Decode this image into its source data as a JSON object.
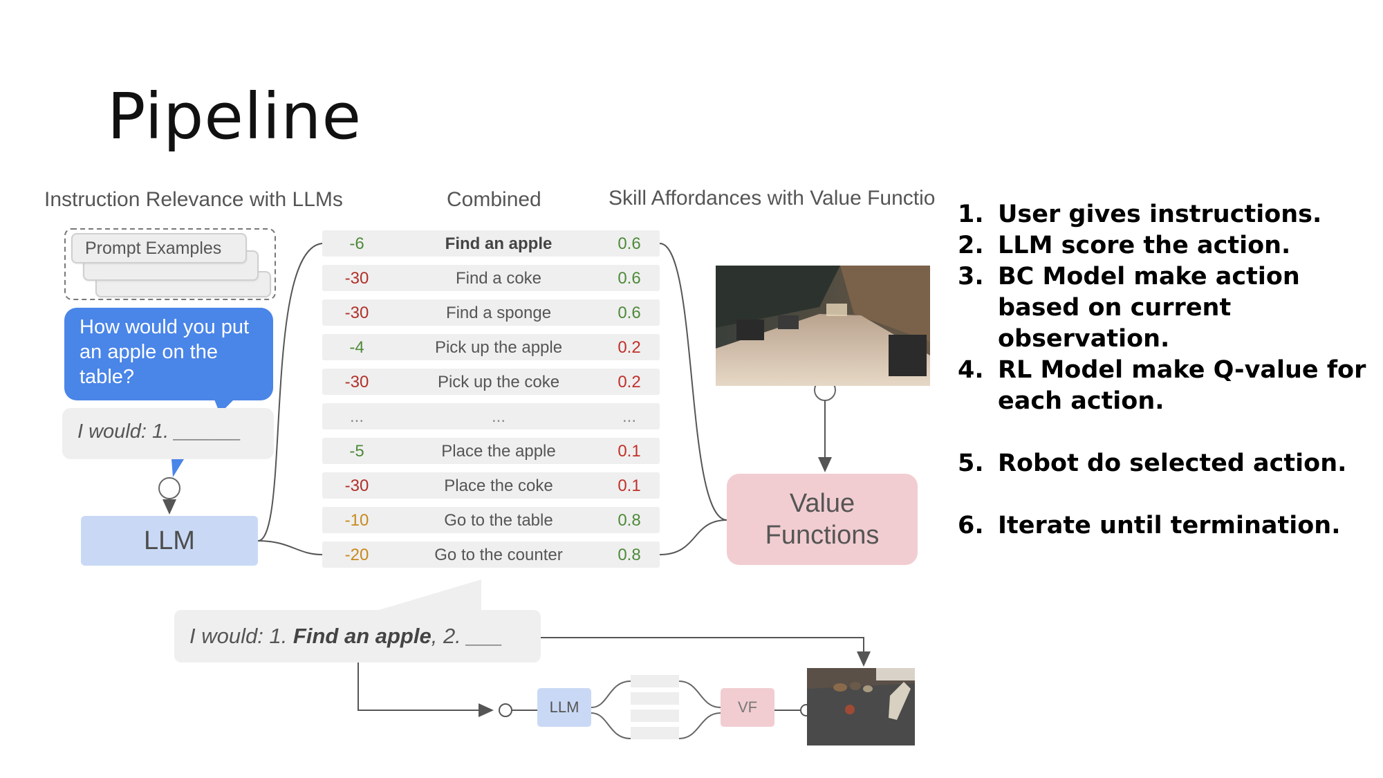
{
  "title": "Pipeline",
  "headers": {
    "left": "Instruction Relevance with LLMs",
    "middle": "Combined",
    "right": "Skill Affordances with Value Functio"
  },
  "prompt_examples_label": "Prompt Examples",
  "question_lines": [
    "How would you put",
    "an apple on the",
    "table?"
  ],
  "answer_prefix": "I would: 1. ",
  "answer_blank": "______",
  "llm_label": "LLM",
  "vf_label_lines": [
    "Value",
    "Functions"
  ],
  "table_rows": [
    {
      "llm": "-6",
      "skill": "Find an apple",
      "vf": "0.6",
      "bold": true
    },
    {
      "llm": "-30",
      "skill": "Find a coke",
      "vf": "0.6"
    },
    {
      "llm": "-30",
      "skill": "Find a sponge",
      "vf": "0.6"
    },
    {
      "llm": "-4",
      "skill": "Pick up the apple",
      "vf": "0.2"
    },
    {
      "llm": "-30",
      "skill": "Pick up the coke",
      "vf": "0.2"
    },
    {
      "llm": "...",
      "skill": "...",
      "vf": "..."
    },
    {
      "llm": "-5",
      "skill": "Place the apple",
      "vf": "0.1"
    },
    {
      "llm": "-30",
      "skill": "Place the coke",
      "vf": "0.1"
    },
    {
      "llm": "-10",
      "skill": "Go to the table",
      "vf": "0.8"
    },
    {
      "llm": "-20",
      "skill": "Go to the counter",
      "vf": "0.8"
    }
  ],
  "final_prefix": "I would: 1. ",
  "final_bold": "Find an apple",
  "final_suffix": ", 2. ",
  "final_blank": "___",
  "mini_llm_label": "LLM",
  "mini_vf_label": "VF",
  "steps": [
    {
      "num": "1.",
      "text": "User gives instructions."
    },
    {
      "num": "2.",
      "text": "LLM score the action."
    },
    {
      "num": "3.",
      "text": "BC Model make action based on current observation."
    },
    {
      "num": "4.",
      "text": "RL Model make Q-value for each action."
    },
    {
      "num": "5.",
      "text": "Robot do selected action."
    },
    {
      "num": "6.",
      "text": "Iterate until termination."
    }
  ],
  "colors": {
    "llm_negative_big": "#b0302a",
    "llm_negative_small": "#4e8a3a",
    "llm_mid": "#c88a1e",
    "vf_high": "#4e8a3a",
    "vf_low": "#c0302a",
    "question_bg": "#4a85e8",
    "llm_box_bg": "#c9d9f5",
    "vf_box_bg": "#f1cdd1"
  }
}
